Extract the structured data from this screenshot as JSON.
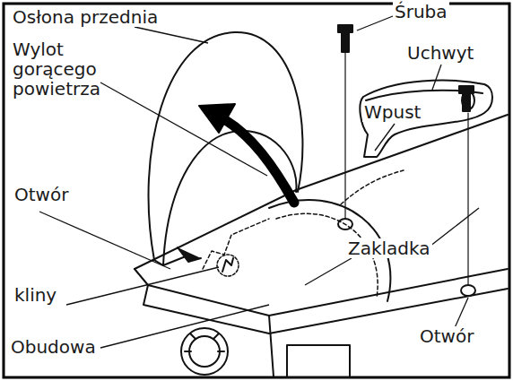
{
  "diagram": {
    "labels": [
      "Osłona przednia",
      "Śruba",
      "Wylot gorącego powietrza",
      "Uchwyt",
      "Wpust",
      "Otwór",
      "Zakladka",
      "kliny",
      "Obudowa",
      "Otwór"
    ]
  }
}
